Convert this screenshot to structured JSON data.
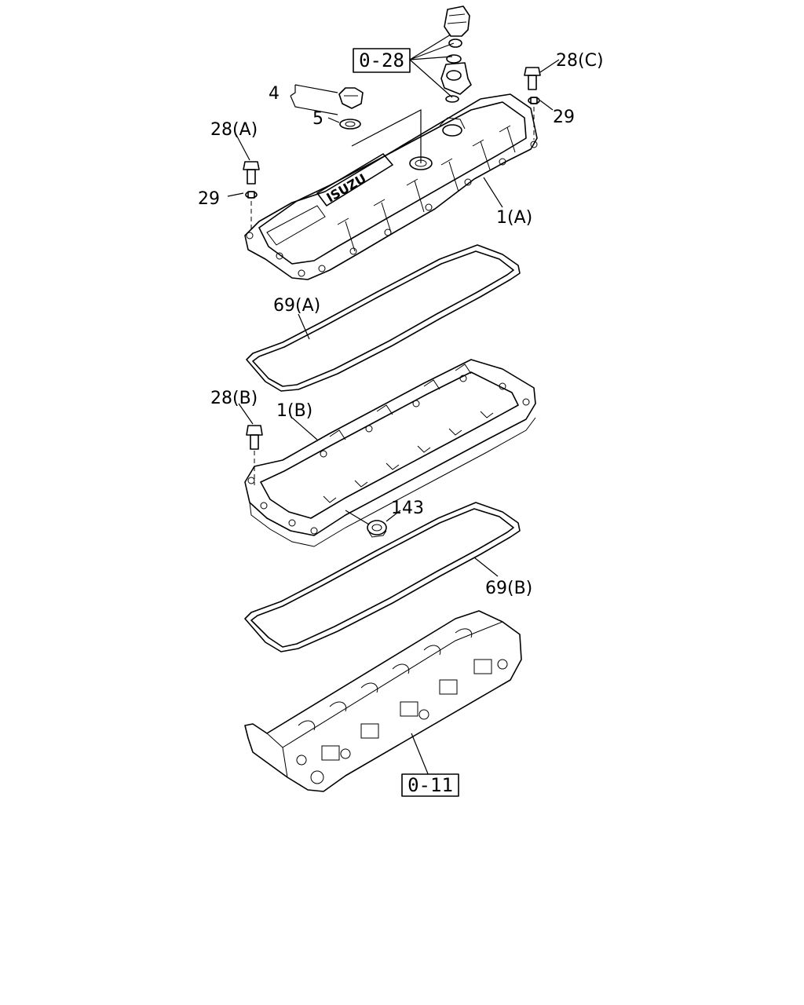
{
  "labels": {
    "ref_0_28": "0-28",
    "ref_0_11": "0-11",
    "l_28C": "28(C)",
    "l_29_right": "29",
    "l_4": "4",
    "l_5": "5",
    "l_28A": "28(A)",
    "l_29_left": "29",
    "l_1A": "1(A)",
    "l_69A": "69(A)",
    "l_28B": "28(B)",
    "l_1B": "1(B)",
    "l_143": "143",
    "l_69B": "69(B)",
    "logo": "ISUZU"
  }
}
